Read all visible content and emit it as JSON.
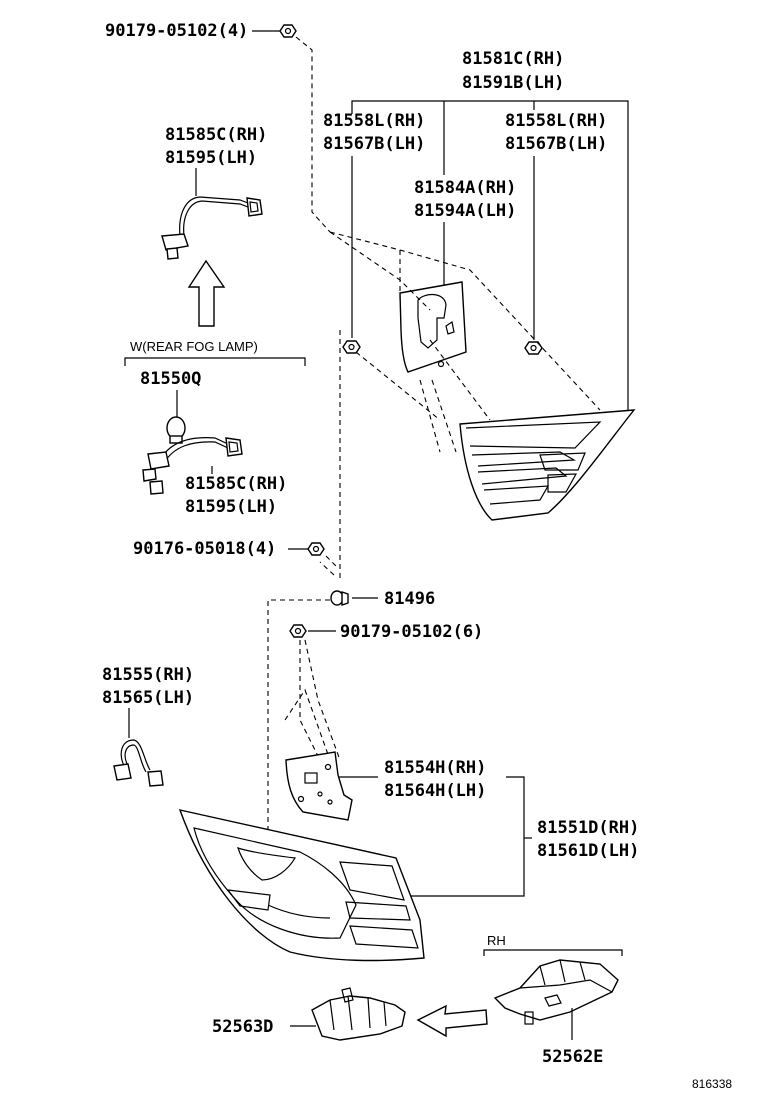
{
  "diagram_id": "816338",
  "labels": {
    "screw_top": "90179-05102(4)",
    "assy_rh": "81581C(RH)",
    "assy_lh": "81591B(LH)",
    "nut_left_rh": "81558L(RH)",
    "nut_left_lh": "81567B(LH)",
    "nut_right_rh": "81558L(RH)",
    "nut_right_lh": "81567B(LH)",
    "socket_top_rh": "81585C(RH)",
    "socket_top_lh": "81595(LH)",
    "cover_rh": "81584A(RH)",
    "cover_lh": "81594A(LH)",
    "fog_group": "W(REAR FOG LAMP)",
    "bulb": "81550Q",
    "socket_fog_rh": "81585C(RH)",
    "socket_fog_lh": "81595(LH)",
    "screw_mid": "90176-05018(4)",
    "clip": "81496",
    "screw_lower": "90179-05102(6)",
    "socket_lower_rh": "81555(RH)",
    "socket_lower_lh": "81565(LH)",
    "cover_lower_rh": "81554H(RH)",
    "cover_lower_lh": "81564H(LH)",
    "lamp_rh": "81551D(RH)",
    "lamp_lh": "81561D(LH)",
    "bracket_group": "RH",
    "bracket_left": "52563D",
    "bracket_right": "52562E"
  }
}
